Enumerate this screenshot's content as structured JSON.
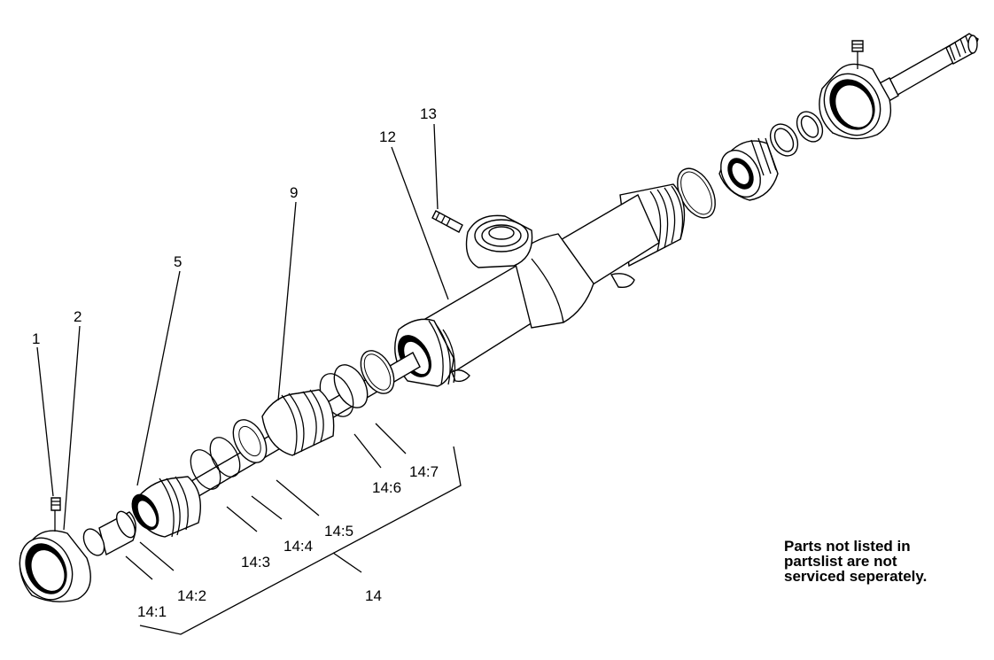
{
  "callouts": {
    "l1": "1",
    "l2": "2",
    "l5": "5",
    "l9": "9",
    "l12": "12",
    "l13": "13",
    "l14": "14",
    "l14_1": "14:1",
    "l14_2": "14:2",
    "l14_3": "14:3",
    "l14_4": "14:4",
    "l14_5": "14:5",
    "l14_6": "14:6",
    "l14_7": "14:7"
  },
  "note": {
    "line1": "Parts not listed in",
    "line2": "partslist are not",
    "line3": "serviced seperately."
  },
  "colors": {
    "ink": "#000000",
    "paper": "#ffffff"
  }
}
